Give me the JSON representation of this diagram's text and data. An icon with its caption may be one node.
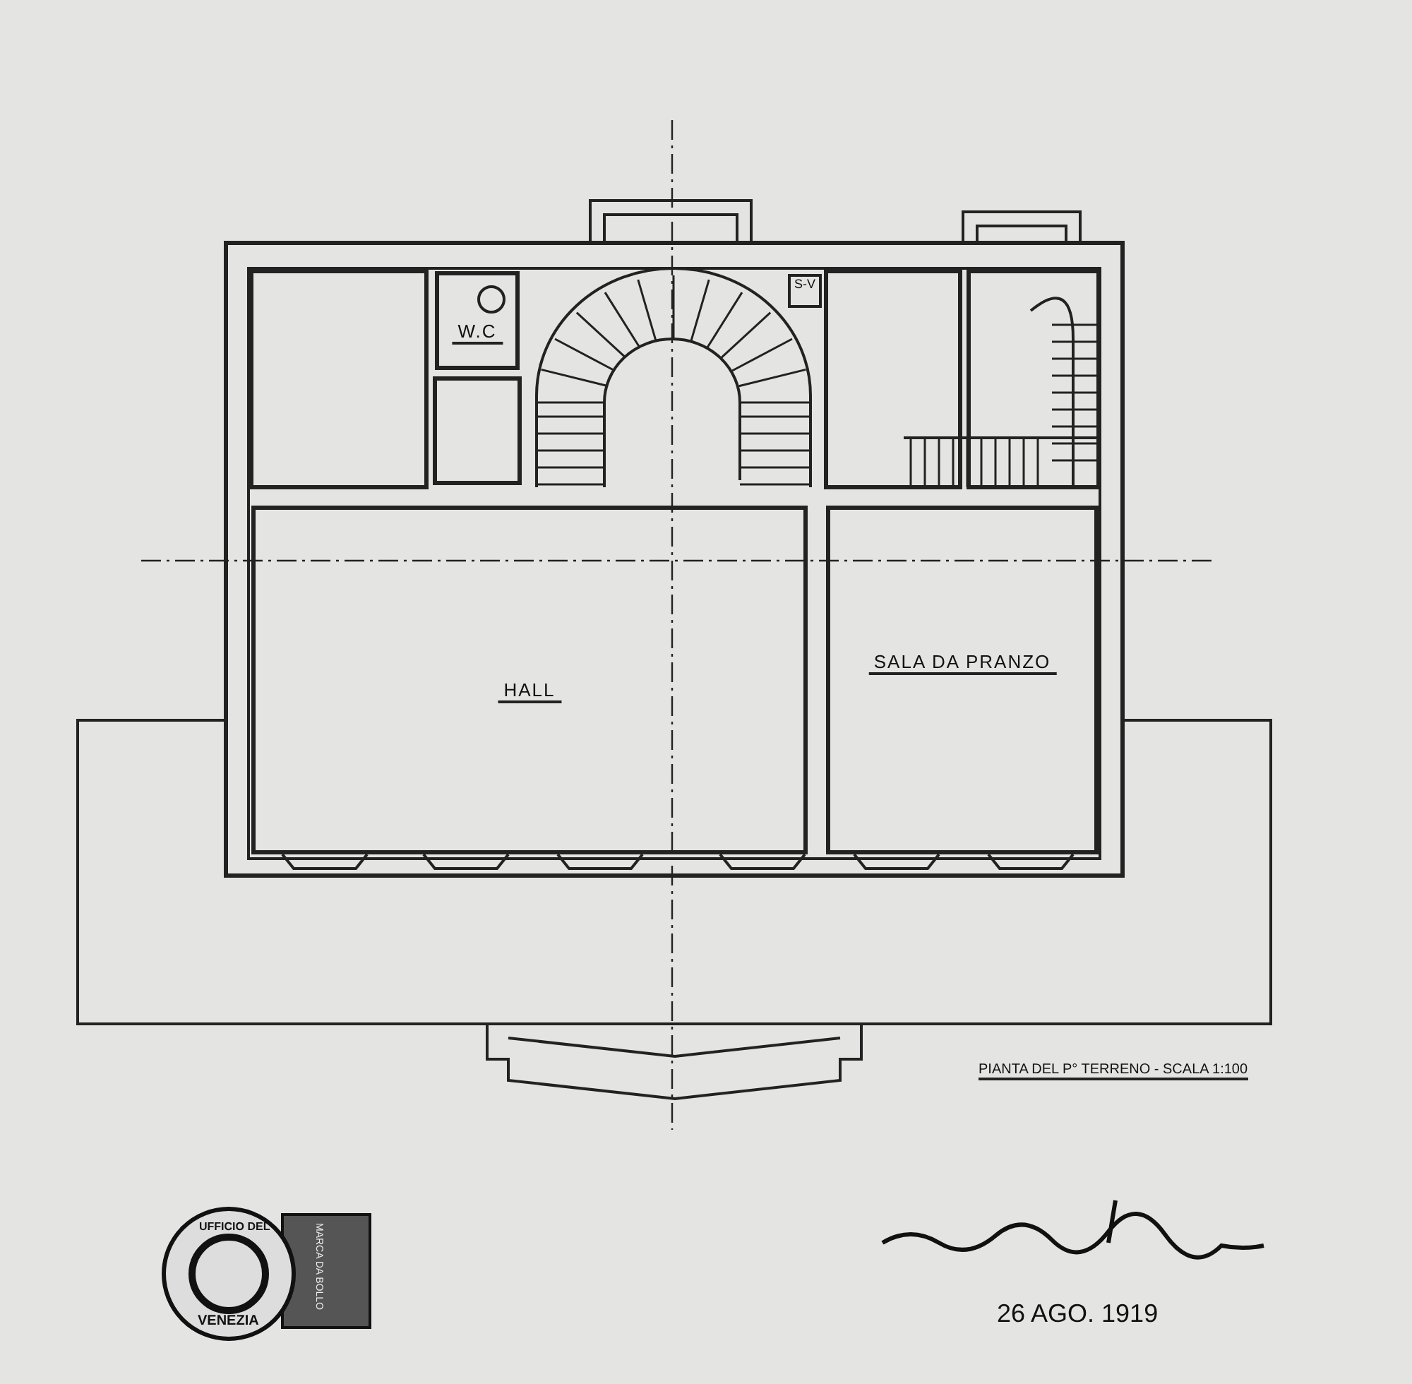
{
  "diagram": {
    "nodes": [
      {
        "text": [
          "W.C"
        ]
      },
      {
        "text": [
          "S-V"
        ]
      },
      {
        "text": [
          "HALL"
        ]
      },
      {
        "text": [
          "SALA DA PRANZO"
        ]
      }
    ],
    "labels": [
      "PIANTA DEL P° TERRENO - SCALA 1:100",
      "UFFICIO DEL",
      "VENEZIA",
      "MARCA DA BOLLO",
      "26 AGO. 1919"
    ]
  }
}
